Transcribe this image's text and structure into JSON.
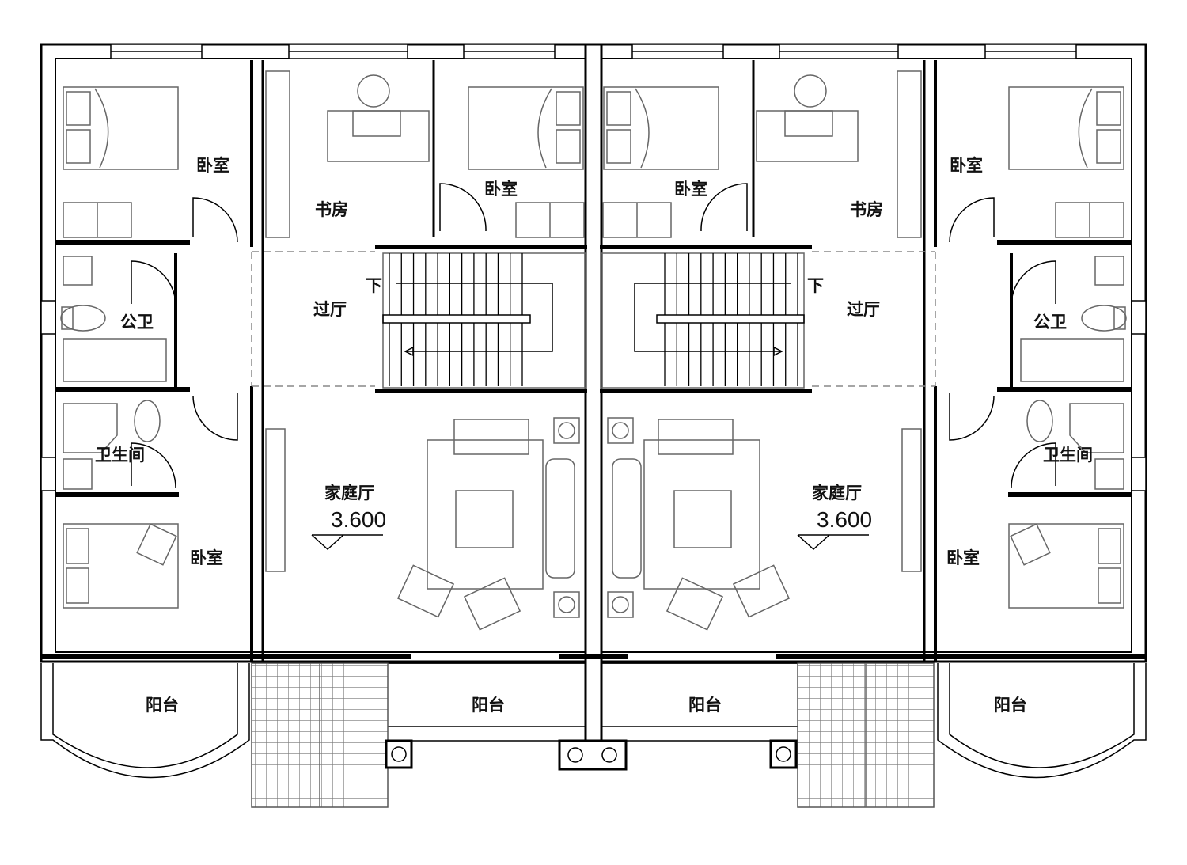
{
  "rooms": {
    "bedroom": "卧室",
    "study": "书房",
    "public_bath": "公卫",
    "bathroom": "卫生间",
    "hall": "过厅",
    "family_room": "家庭厅",
    "balcony": "阳台"
  },
  "stair_down": "下",
  "elevation": "3.600"
}
